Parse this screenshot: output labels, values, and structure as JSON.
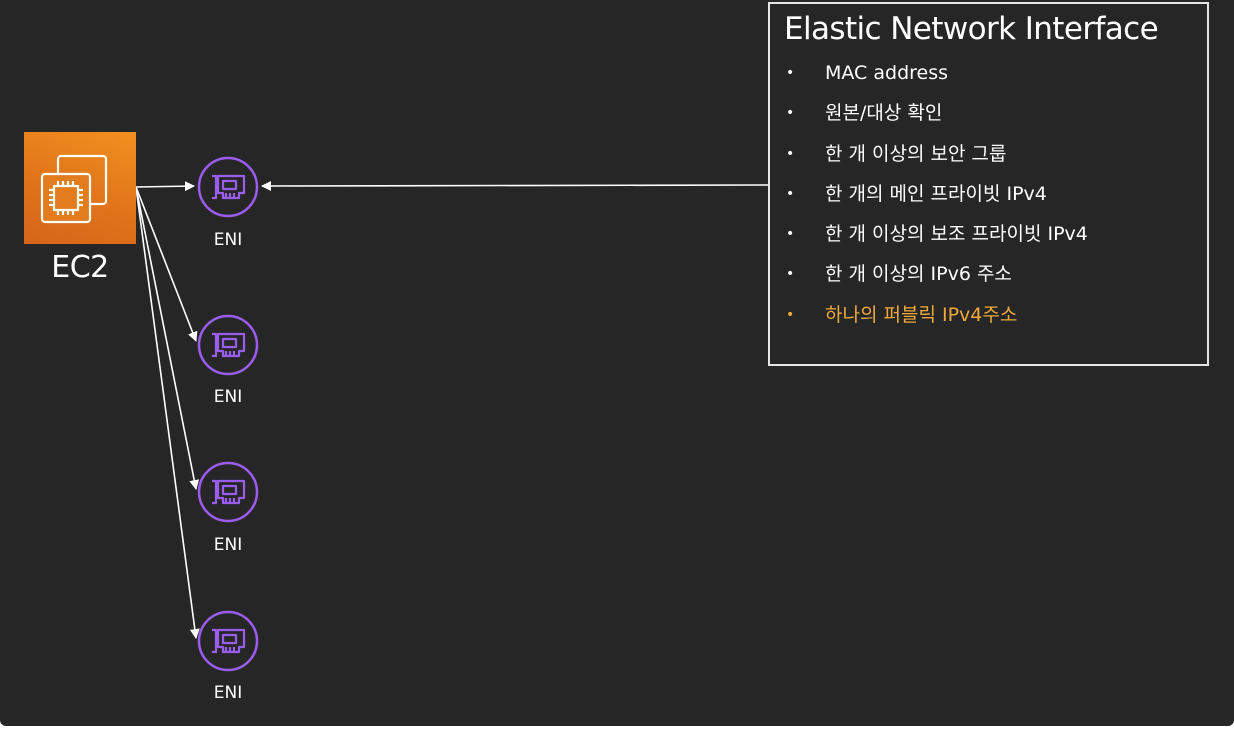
{
  "ec2": {
    "label": "EC2"
  },
  "enis": [
    {
      "label": "ENI"
    },
    {
      "label": "ENI"
    },
    {
      "label": "ENI"
    },
    {
      "label": "ENI"
    }
  ],
  "info": {
    "title": "Elastic Network Interface",
    "items": [
      {
        "text": "MAC address"
      },
      {
        "text": "원본/대상 확인"
      },
      {
        "text": "한 개 이상의 보안 그룹"
      },
      {
        "text": "한 개의 메인 프라이빗 IPv4"
      },
      {
        "text": "한 개 이상의 보조 프라이빗 IPv4"
      },
      {
        "text": "한 개 이상의 IPv6 주소"
      },
      {
        "text": "하나의 퍼블릭 IPv4주소",
        "highlight": true
      }
    ]
  },
  "colors": {
    "background": "#262626",
    "ec2_orange": "#e07a1c",
    "eni_purple": "#9b5cf0",
    "highlight": "#f0a93b",
    "line": "#ffffff"
  },
  "icons": {
    "ec2": "ec2-instance-icon",
    "eni": "network-interface-icon"
  }
}
